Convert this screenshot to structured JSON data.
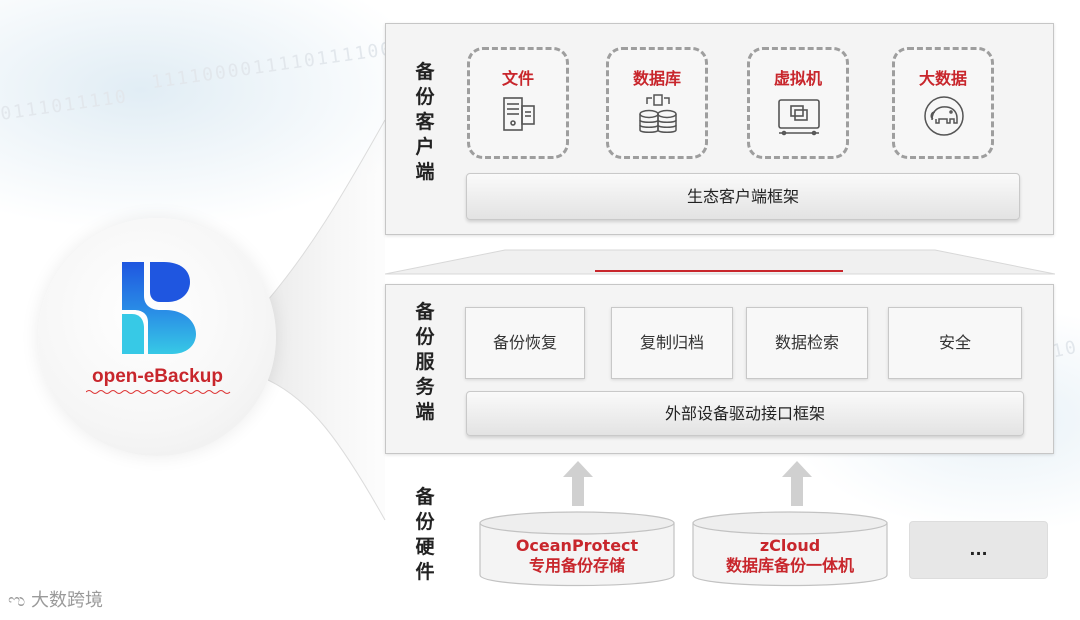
{
  "logo": {
    "name": "open-eBackup"
  },
  "client_tier": {
    "label": "备份客户端",
    "clients": [
      {
        "label": "文件",
        "icon": "file-server-icon"
      },
      {
        "label": "数据库",
        "icon": "database-icon"
      },
      {
        "label": "虚拟机",
        "icon": "virtual-machine-icon"
      },
      {
        "label": "大数据",
        "icon": "hadoop-elephant-icon"
      }
    ],
    "framework": "生态客户端框架"
  },
  "server_tier": {
    "label": "备份服务端",
    "services": [
      "备份恢复",
      "复制归档",
      "数据检索",
      "安全"
    ],
    "framework": "外部设备驱动接口框架"
  },
  "hardware_tier": {
    "label": "备份硬件",
    "items": [
      {
        "line1": "OceanProtect",
        "line2": "专用备份存储"
      },
      {
        "line1": "zCloud",
        "line2": "数据库备份一体机"
      }
    ],
    "more": "..."
  },
  "watermark": "大数跨境",
  "colors": {
    "accent": "#c8262c",
    "logo_blue": "#1f56e0",
    "logo_cyan": "#34c6e8"
  }
}
